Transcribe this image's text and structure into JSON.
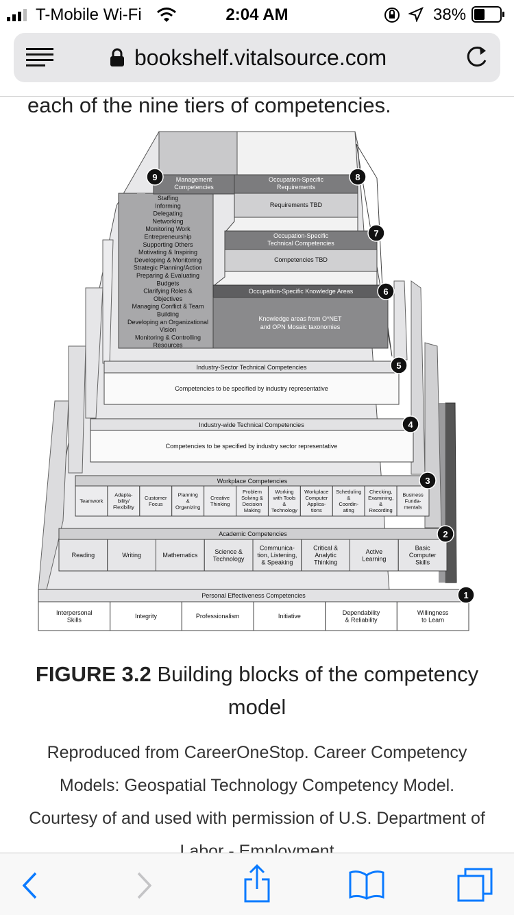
{
  "status_bar": {
    "carrier": "T-Mobile Wi-Fi",
    "time": "2:04 AM",
    "battery": "38%"
  },
  "browser": {
    "url": "bookshelf.vitalsource.com"
  },
  "page": {
    "lead_in": "each of the nine tiers of competencies.",
    "figure_label": "FIGURE 3.2",
    "figure_title": "Building blocks of the competency model",
    "caption": "Reproduced from CareerOneStop. Career Competency Models: Geospatial Technology Competency Model. Courtesy of and used with permission of U.S. Department of Labor - Employment"
  },
  "diagram": {
    "tier9": {
      "number": "9",
      "header": "Management Competencies",
      "items": [
        "Staffing",
        "Informing",
        "Delegating",
        "Networking",
        "Monitoring Work",
        "Entrepreneurship",
        "Supporting Others",
        "Motivating & Inspiring",
        "Developing & Monitoring",
        "Strategic Planning/Action",
        "Preparing & Evaluating",
        "Budgets",
        "Clarifying Roles &",
        "Objectives",
        "Managing Conflict & Team",
        "Building",
        "Developing an Organizational",
        "Vision",
        "Monitoring & Controlling",
        "Resources"
      ]
    },
    "tier8": {
      "number": "8",
      "header": [
        "Occupation-Specific",
        "Requirements"
      ],
      "body": "Requirements TBD"
    },
    "tier7": {
      "number": "7",
      "header": [
        "Occupation-Specific",
        "Technical Competencies"
      ],
      "body": "Competencies TBD"
    },
    "tier6": {
      "number": "6",
      "header": "Occupation-Specific Knowledge Areas",
      "body": [
        "Knowledge areas from O*NET",
        "and OPN Mosaic taxonomies"
      ]
    },
    "tier5": {
      "number": "5",
      "header": "Industry-Sector Technical Competencies",
      "body": "Competencies to be specified by industry representative"
    },
    "tier4": {
      "number": "4",
      "header": "Industry-wide Technical Competencies",
      "body": "Competencies to be specified by industry sector representative"
    },
    "tier3": {
      "number": "3",
      "header": "Workplace Competencies",
      "cells": [
        [
          "Teamwork"
        ],
        [
          "Adapta-",
          "bility/",
          "Flexibility"
        ],
        [
          "Customer",
          "Focus"
        ],
        [
          "Planning",
          "&",
          "Organizing"
        ],
        [
          "Creative",
          "Thinking"
        ],
        [
          "Problem",
          "Solving &",
          "Decision",
          "Making"
        ],
        [
          "Working",
          "with Tools",
          "&",
          "Technology"
        ],
        [
          "Workplace",
          "Computer",
          "Applica-",
          "tions"
        ],
        [
          "Scheduling",
          "&",
          "Coordin-",
          "ating"
        ],
        [
          "Checking,",
          "Examining,",
          "&",
          "Recording"
        ],
        [
          "Business",
          "Funda-",
          "mentals"
        ]
      ]
    },
    "tier2": {
      "number": "2",
      "header": "Academic Competencies",
      "cells": [
        [
          "Reading"
        ],
        [
          "Writing"
        ],
        [
          "Mathematics"
        ],
        [
          "Science &",
          "Technology"
        ],
        [
          "Communica-",
          "tion, Listening,",
          "& Speaking"
        ],
        [
          "Critical &",
          "Analytic",
          "Thinking"
        ],
        [
          "Active",
          "Learning"
        ],
        [
          "Basic",
          "Computer",
          "Skills"
        ]
      ]
    },
    "tier1": {
      "number": "1",
      "header": "Personal Effectiveness Competencies",
      "cells": [
        [
          "Interpersonal",
          "Skills"
        ],
        [
          "Integrity"
        ],
        [
          "Professionalism"
        ],
        [
          "Initiative"
        ],
        [
          "Dependability",
          "& Reliability"
        ],
        [
          "Willingness",
          "to Learn"
        ]
      ]
    }
  },
  "toolbar": {
    "icons": [
      "back-icon",
      "forward-icon",
      "share-icon",
      "bookmarks-icon",
      "tabs-icon"
    ]
  },
  "colors": {
    "accent": "#0a7aff",
    "dark_header": "#6e6e70",
    "mid_gray": "#a8a8aa",
    "light_gray": "#d5d5d7"
  }
}
